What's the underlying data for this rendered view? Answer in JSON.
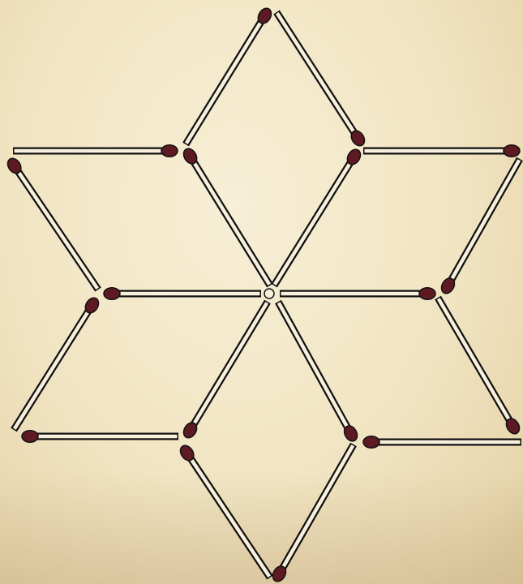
{
  "puzzle": {
    "kind": "matchstick-puzzle",
    "shape": "six-pointed star of six rhombuses",
    "matchstick_count": 18,
    "colors": {
      "background": "#f1e4c2",
      "stick_wood": "#f7f0dc",
      "stick_outline": "#111111",
      "match_head": "#5e1a22"
    }
  }
}
